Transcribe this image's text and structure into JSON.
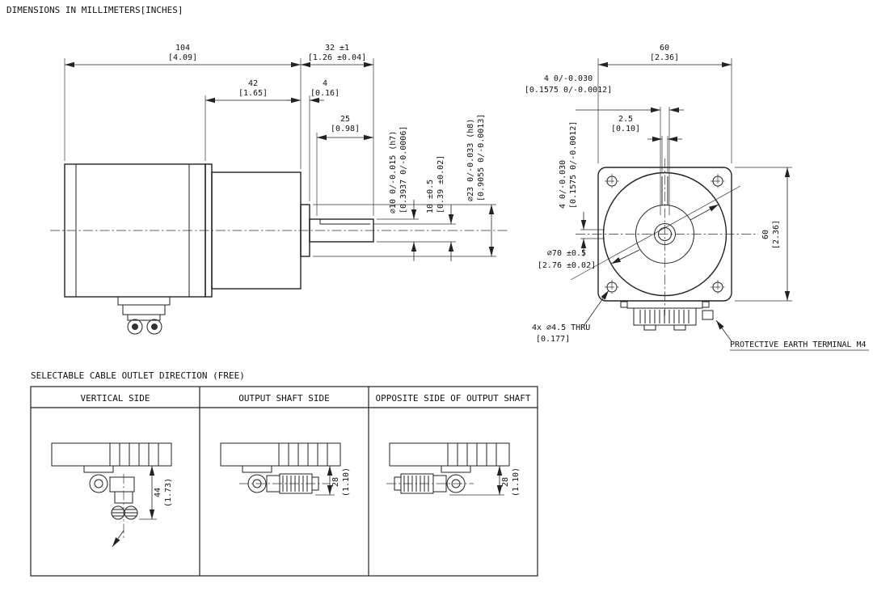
{
  "note": "DIMENSIONS IN MILLIMETERS[INCHES]",
  "side_view": {
    "overall_length": {
      "mm": "104",
      "in": "[4.09]"
    },
    "shaft_extension": {
      "mm": "32 ±1",
      "in": "[1.26 ±0.04]"
    },
    "gearhead_length": {
      "mm": "42",
      "in": "[1.65]"
    },
    "pilot_length": {
      "mm": "4",
      "in": "[0.16]"
    },
    "shaft_length": {
      "mm": "25",
      "in": "[0.98]"
    },
    "shaft_diameter": {
      "mm": "⌀10 0/-0.015 (h7)",
      "in": "[0.3937 0/-0.0006]"
    },
    "flat_length": {
      "mm": "10 ±0.5",
      "in": "[0.39 ±0.02]"
    },
    "pilot_diameter": {
      "mm": "⌀23 0/-0.033 (h8)",
      "in": "[0.9055 0/-0.0013]"
    }
  },
  "front_view": {
    "frame_width": {
      "mm": "60",
      "in": "[2.36]"
    },
    "frame_height": {
      "mm": "60",
      "in": "[2.36]"
    },
    "key_width_top": {
      "mm": "4 0/-0.030",
      "in": "[0.1575 0/-0.0012]"
    },
    "key_width_side": {
      "mm": "4 0/-0.030",
      "in": "[0.1575 0/-0.0012]"
    },
    "slot_width": {
      "mm": "2.5",
      "in": "[0.10]"
    },
    "pilot_diameter": {
      "mm": "⌀70 ±0.5",
      "in": "[2.76 ±0.02]"
    },
    "mounting_holes": {
      "mm": "4x ⌀4.5 THRU",
      "in": "[0.177]"
    },
    "earth_terminal_label": "PROTECTIVE EARTH TERMINAL M4"
  },
  "cable_outlet": {
    "title": "SELECTABLE CABLE OUTLET DIRECTION (FREE)",
    "columns": [
      {
        "header": "VERTICAL SIDE",
        "dim_mm": "44",
        "dim_in": "(1.73)"
      },
      {
        "header": "OUTPUT SHAFT SIDE",
        "dim_mm": "28",
        "dim_in": "(1.10)"
      },
      {
        "header": "OPPOSITE SIDE OF OUTPUT SHAFT",
        "dim_mm": "28",
        "dim_in": "(1.10)"
      }
    ]
  }
}
